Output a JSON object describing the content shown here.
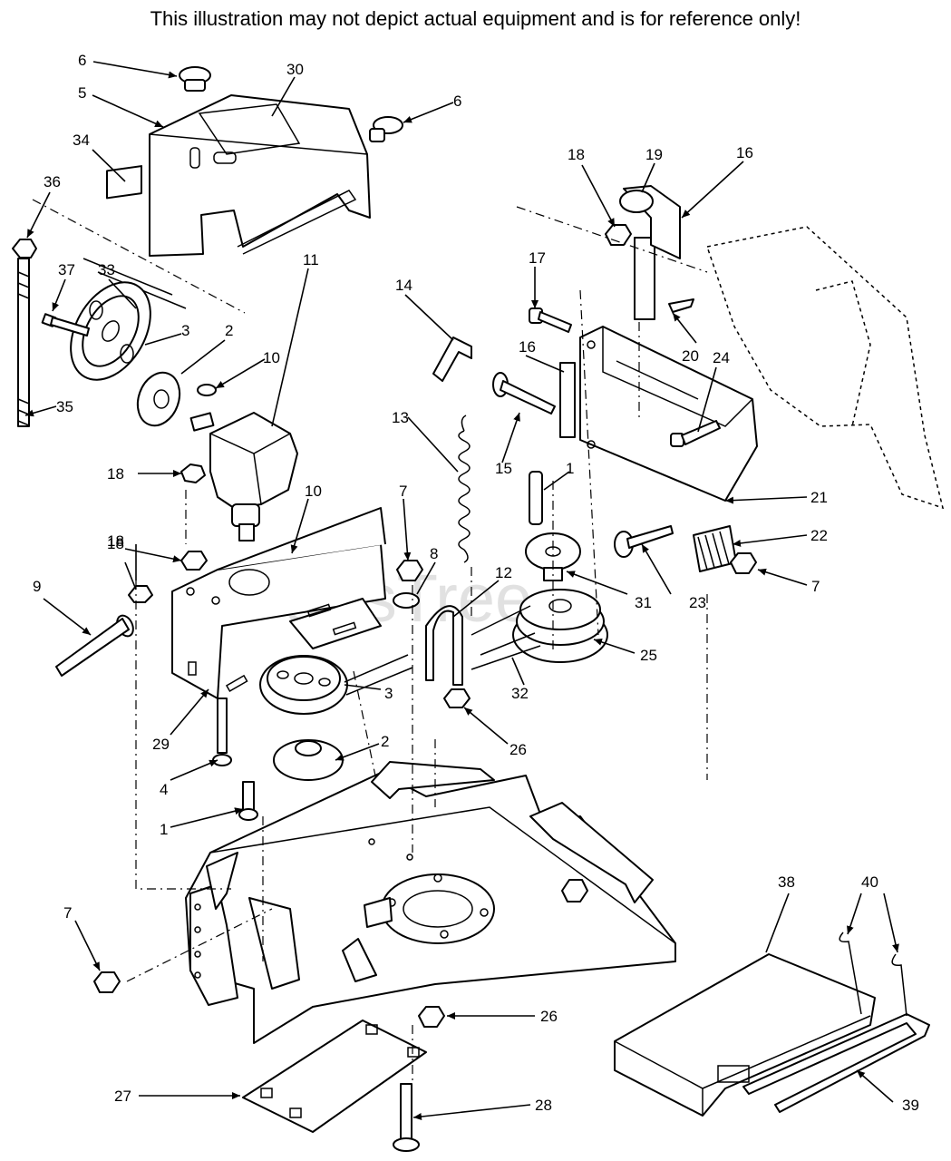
{
  "disclaimer": "This illustration may not depict actual equipment and is for reference only!",
  "watermark": "PartsTree",
  "callouts": [
    "6",
    "30",
    "5",
    "6",
    "34",
    "36",
    "18",
    "19",
    "16",
    "17",
    "37",
    "33",
    "3",
    "2",
    "10",
    "11",
    "14",
    "16",
    "20",
    "24",
    "35",
    "13",
    "15",
    "18",
    "10",
    "1",
    "21",
    "22",
    "18",
    "7",
    "8",
    "12",
    "31",
    "23",
    "7",
    "9",
    "18",
    "25",
    "32",
    "29",
    "3",
    "26",
    "4",
    "2",
    "1",
    "38",
    "40",
    "7",
    "26",
    "27",
    "28",
    "39"
  ]
}
